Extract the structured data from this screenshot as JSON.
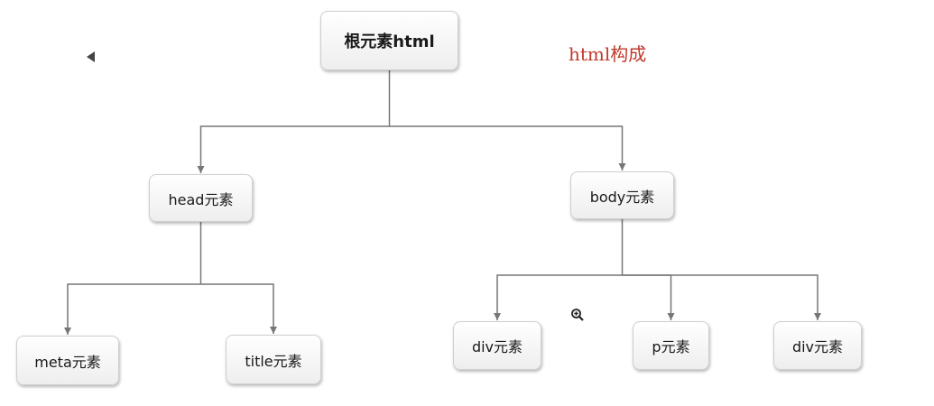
{
  "annotation": "html构成",
  "nodes": {
    "root": "根元素html",
    "head": "head元素",
    "body": "body元素",
    "meta": "meta元素",
    "title": "title元素",
    "div1": "div元素",
    "p": "p元素",
    "div2": "div元素"
  },
  "edges": [
    [
      "root",
      "head"
    ],
    [
      "root",
      "body"
    ],
    [
      "head",
      "meta"
    ],
    [
      "head",
      "title"
    ],
    [
      "body",
      "div1"
    ],
    [
      "body",
      "p"
    ],
    [
      "body",
      "div2"
    ]
  ],
  "icons": {
    "back": "triangle-left-icon",
    "zoom": "zoom-in-icon"
  },
  "colors": {
    "annotation": "#c0392b",
    "connector": "#777777"
  }
}
